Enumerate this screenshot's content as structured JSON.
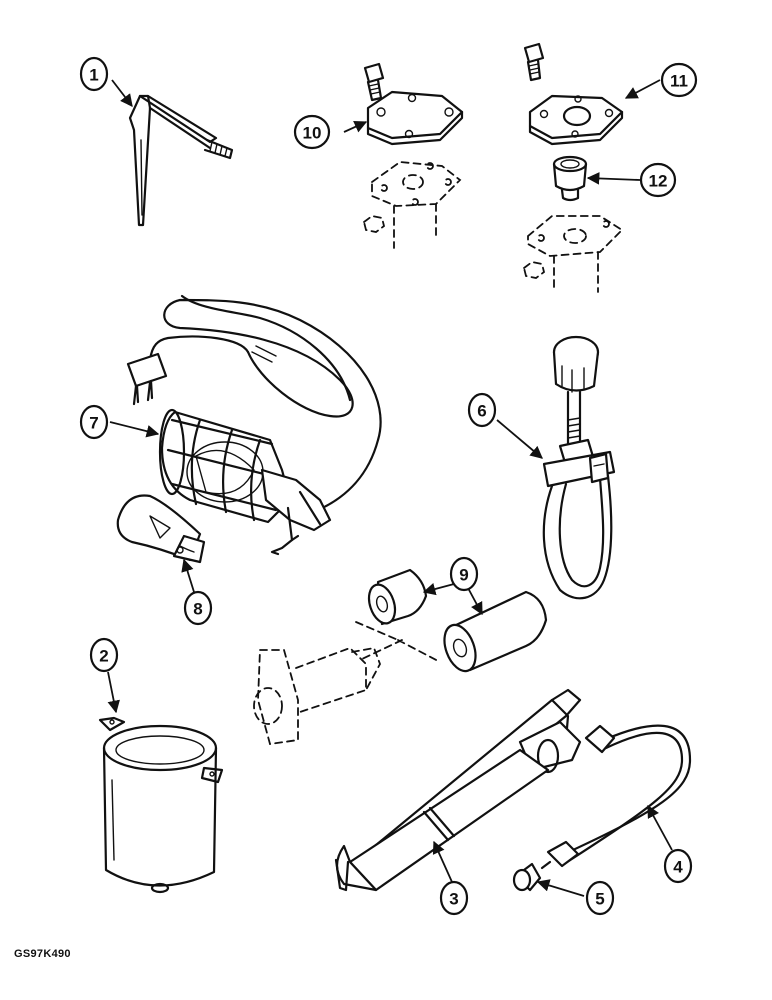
{
  "figure_ref": "GS97K490",
  "callouts": [
    "1",
    "2",
    "3",
    "4",
    "5",
    "6",
    "7",
    "8",
    "9",
    "10",
    "11",
    "12"
  ]
}
